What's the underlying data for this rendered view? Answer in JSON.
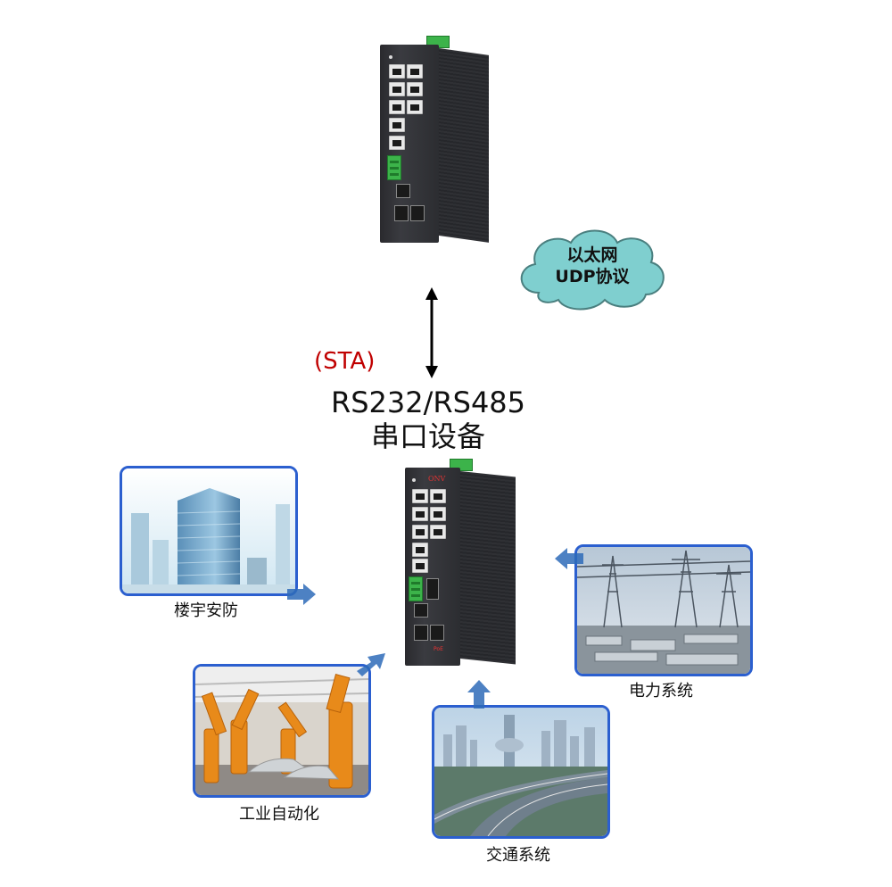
{
  "labels": {
    "sta": "(STA)",
    "device_line1": "RS232/RS485",
    "device_line2": "串口设备",
    "cloud_line1": "以太网",
    "cloud_line2": "UDP协议"
  },
  "applications": [
    {
      "label": "楼宇安防"
    },
    {
      "label": "工业自动化"
    },
    {
      "label": "交通系统"
    },
    {
      "label": "电力系统"
    }
  ],
  "colors": {
    "sta_red": "#c00000",
    "card_border": "#2b5fcf",
    "cloud_fill": "#7fcfcf",
    "arrow_fill": "#2e6bb8"
  },
  "device": {
    "brand_logo": "ONV",
    "poe_mark": "PoE"
  }
}
